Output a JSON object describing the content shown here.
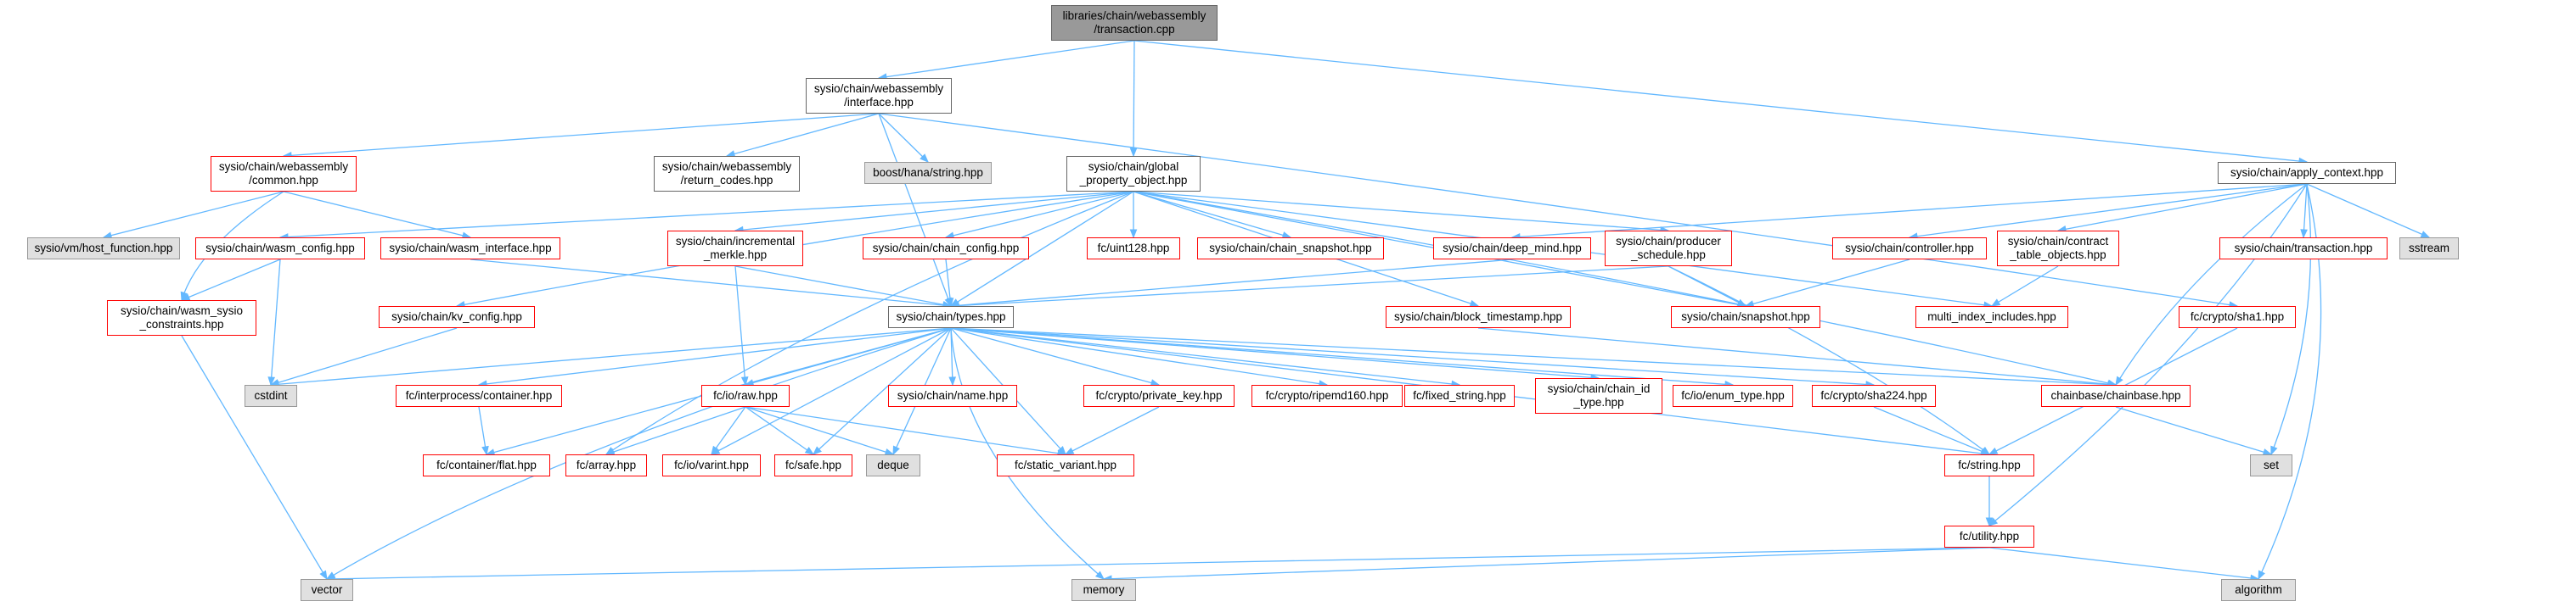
{
  "graph": {
    "title": "libraries/chain/webassembly\n/transaction.cpp",
    "colors": {
      "edge": "#63b8ff",
      "missing_border": "#ff0000",
      "external_fill": "#e0e0e0",
      "root_fill": "#999999"
    },
    "nodes": {
      "transaction_cpp": "libraries/chain/webassembly\n/transaction.cpp",
      "interface_hpp": "sysio/chain/webassembly\n/interface.hpp",
      "global_property_object_hpp": "sysio/chain/global\n_property_object.hpp",
      "apply_context_hpp": "sysio/chain/apply_context.hpp",
      "common_hpp": "sysio/chain/webassembly\n/common.hpp",
      "return_codes_hpp": "sysio/chain/webassembly\n/return_codes.hpp",
      "boost_hana_string_hpp": "boost/hana/string.hpp",
      "host_function_hpp": "sysio/vm/host_function.hpp",
      "wasm_config_hpp": "sysio/chain/wasm_config.hpp",
      "wasm_interface_hpp": "sysio/chain/wasm_interface.hpp",
      "incremental_merkle_hpp": "sysio/chain/incremental\n_merkle.hpp",
      "chain_config_hpp": "sysio/chain/chain_config.hpp",
      "uint128_hpp": "fc/uint128.hpp",
      "chain_snapshot_hpp": "sysio/chain/chain_snapshot.hpp",
      "deep_mind_hpp": "sysio/chain/deep_mind.hpp",
      "producer_schedule_hpp": "sysio/chain/producer\n_schedule.hpp",
      "controller_hpp": "sysio/chain/controller.hpp",
      "contract_table_objects_hpp": "sysio/chain/contract\n_table_objects.hpp",
      "transaction_hpp": "sysio/chain/transaction.hpp",
      "sstream": "sstream",
      "wasm_sysio_constraints_hpp": "sysio/chain/wasm_sysio\n_constraints.hpp",
      "kv_config_hpp": "sysio/chain/kv_config.hpp",
      "types_hpp": "sysio/chain/types.hpp",
      "block_timestamp_hpp": "sysio/chain/block_timestamp.hpp",
      "snapshot_hpp": "sysio/chain/snapshot.hpp",
      "multi_index_includes_hpp": "multi_index_includes.hpp",
      "sha1_hpp": "fc/crypto/sha1.hpp",
      "cstdint": "cstdint",
      "interprocess_container_hpp": "fc/interprocess/container.hpp",
      "raw_hpp": "fc/io/raw.hpp",
      "name_hpp": "sysio/chain/name.hpp",
      "private_key_hpp": "fc/crypto/private_key.hpp",
      "ripemd160_hpp": "fc/crypto/ripemd160.hpp",
      "fixed_string_hpp": "fc/fixed_string.hpp",
      "chain_id_type_hpp": "sysio/chain/chain_id\n_type.hpp",
      "enum_type_hpp": "fc/io/enum_type.hpp",
      "sha224_hpp": "fc/crypto/sha224.hpp",
      "chainbase_hpp": "chainbase/chainbase.hpp",
      "container_flat_hpp": "fc/container/flat.hpp",
      "array_hpp": "fc/array.hpp",
      "varint_hpp": "fc/io/varint.hpp",
      "safe_hpp": "fc/safe.hpp",
      "deque": "deque",
      "static_variant_hpp": "fc/static_variant.hpp",
      "string_hpp": "fc/string.hpp",
      "set": "set",
      "utility_hpp": "fc/utility.hpp",
      "vector": "vector",
      "memory": "memory",
      "algorithm": "algorithm"
    }
  }
}
